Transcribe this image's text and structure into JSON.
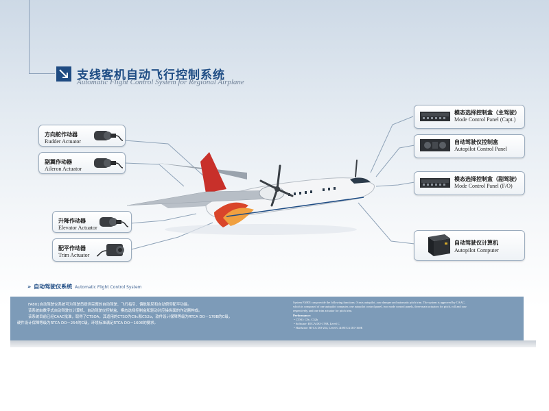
{
  "header": {
    "title_zh": "支线客机自动飞行控制系统",
    "title_en": "Automatic Flight Control System for Regional Airplane"
  },
  "components_left": [
    {
      "zh": "方向舵作动器",
      "en": "Rudder Actuator",
      "icon": "actuator-icon"
    },
    {
      "zh": "副翼作动器",
      "en": "Aileron Actuator",
      "icon": "actuator-icon"
    },
    {
      "zh": "升降作动器",
      "en": "Elevator Actuator",
      "icon": "actuator-icon"
    },
    {
      "zh": "配平作动器",
      "en": "Trim Actuator",
      "icon": "trim-actuator-icon"
    }
  ],
  "components_right": [
    {
      "zh": "模态选择控制盒（主驾驶）",
      "en": "Mode Control Panel (Capt.)",
      "icon": "control-panel-icon"
    },
    {
      "zh": "自动驾驶仪控制盒",
      "en": "Autopilot Control Panel",
      "icon": "control-panel-icon"
    },
    {
      "zh": "模态选择控制盒（副驾驶）",
      "en": "Mode Control Panel (F/O)",
      "icon": "control-panel-icon"
    },
    {
      "zh": "自动驾驶仪计算机",
      "en": "Autopilot Computer",
      "icon": "computer-unit-icon"
    }
  ],
  "section": {
    "title_zh": "自动驾驶仪系统",
    "title_en": "Automatic Flight Control System"
  },
  "description_zh": [
    "FA801自动驾驶仪系统可为驾驶员提供完整的自动驾驶、飞行指引、偏航阻尼和自动俯仰配平功能。",
    "该系统由数字式自动驾驶仪计算机、自动驾驶仪控制盒、模态选择控制盒和驱动对应操纵面的作动器构成。",
    "该系统目前已经CAAC批准，取得了CTSOA，其适用的CTSO为C9c和C52b，软件设计保障等级为RTCA DO－178B的C级，",
    "硬件设计保障等级为RTCA DO－254的C级，环境标准满足RTCA DO－160E的要求。"
  ],
  "description_en": [
    "System FA801 can provide the following functions: 3-axis autopilot, yaw damper and automatic pitch trim. The system is approved by CAAC,",
    "which is composed of one autopilot computer, one autopilot control panel, two mode control panels, three main actuators for pitch, roll and yaw",
    "respectively, and one trim actuator for pitch trim."
  ],
  "performance": {
    "label": "Performance:",
    "items": [
      "CTSO: C9c, C52b",
      "Software: RTCA DO-178B, Level C",
      "Hardware: RTCA DO-254, Level C & RTCA DO-160E"
    ]
  },
  "colors": {
    "brand_blue": "#1e4c84",
    "band": "#7d9bb8",
    "livery_red": "#c8302a"
  }
}
